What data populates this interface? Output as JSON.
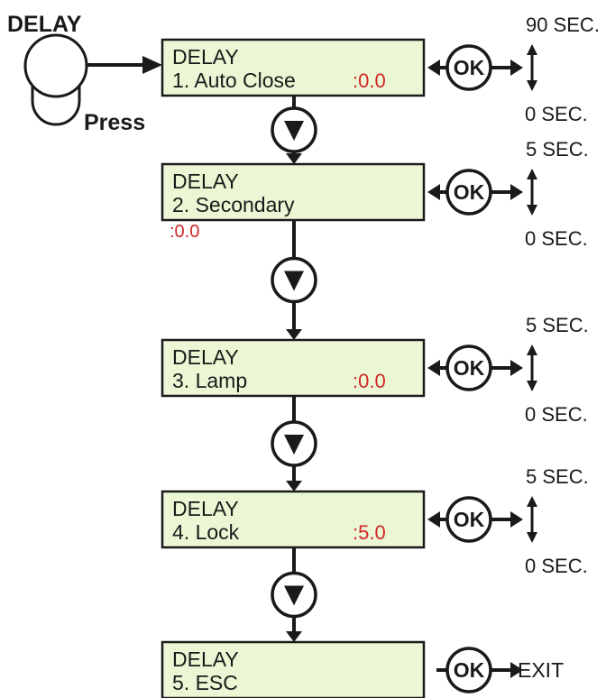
{
  "header": {
    "title": "DELAY",
    "press_label": "Press"
  },
  "colors": {
    "lcd": "#ebf7d4",
    "line": "#1a1a1a",
    "value": "#d02626"
  },
  "ok_label": "OK",
  "exit_label": "EXIT",
  "screens": [
    {
      "line1": "DELAY",
      "line2": "1. Auto Close",
      "value": ":0.0",
      "max": "90 SEC.",
      "min": "0 SEC."
    },
    {
      "line1": "DELAY",
      "line2": "2. Secondary",
      "value": ":0.0",
      "max": "5 SEC.",
      "min": "0 SEC."
    },
    {
      "line1": "DELAY",
      "line2": "3. Lamp",
      "value": ":0.0",
      "max": "5 SEC.",
      "min": "0 SEC."
    },
    {
      "line1": "DELAY",
      "line2": "4. Lock",
      "value": ":5.0",
      "max": "5 SEC.",
      "min": "0 SEC."
    },
    {
      "line1": "DELAY",
      "line2": "5. ESC"
    }
  ]
}
